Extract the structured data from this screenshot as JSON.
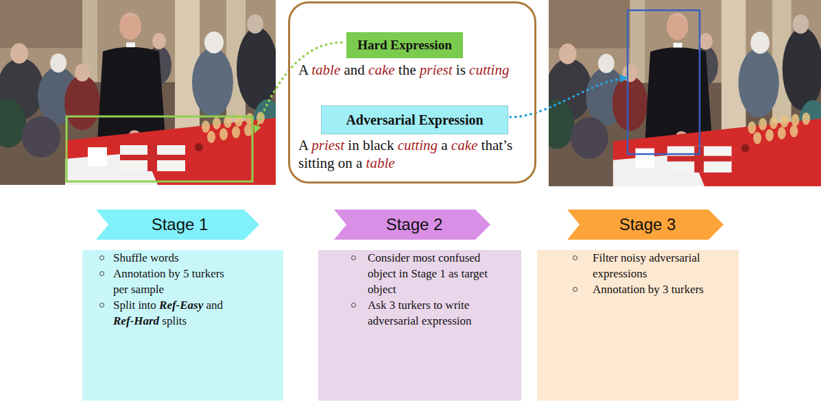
{
  "diagram": {
    "nodes": [
      {
        "text": [
          "A table and cake the priest is cutting",
          "A priest in black cutting a cake that’s sitting on a table"
        ]
      },
      {
        "text": [
          "Hard Expression"
        ],
        "in": 0
      },
      {
        "text": [
          "Adversarial Expression"
        ],
        "in": 0
      },
      {
        "text": [
          "Stage 1"
        ]
      },
      {
        "text": [
          "Stage 2"
        ]
      },
      {
        "text": [
          "Stage 3"
        ]
      },
      {
        "text": [
          "Shuffle words",
          "Annotation by 5 turkers per sample",
          "Split into Ref-Easy and Ref-Hard splits"
        ]
      },
      {
        "text": [
          "Consider most confused object in Stage 1 as target object",
          "Ask 3 turkers to write adversarial expression"
        ]
      },
      {
        "text": [
          "Filter noisy adversarial expressions",
          "Annotation by 3 turkers"
        ]
      }
    ]
  }
}
